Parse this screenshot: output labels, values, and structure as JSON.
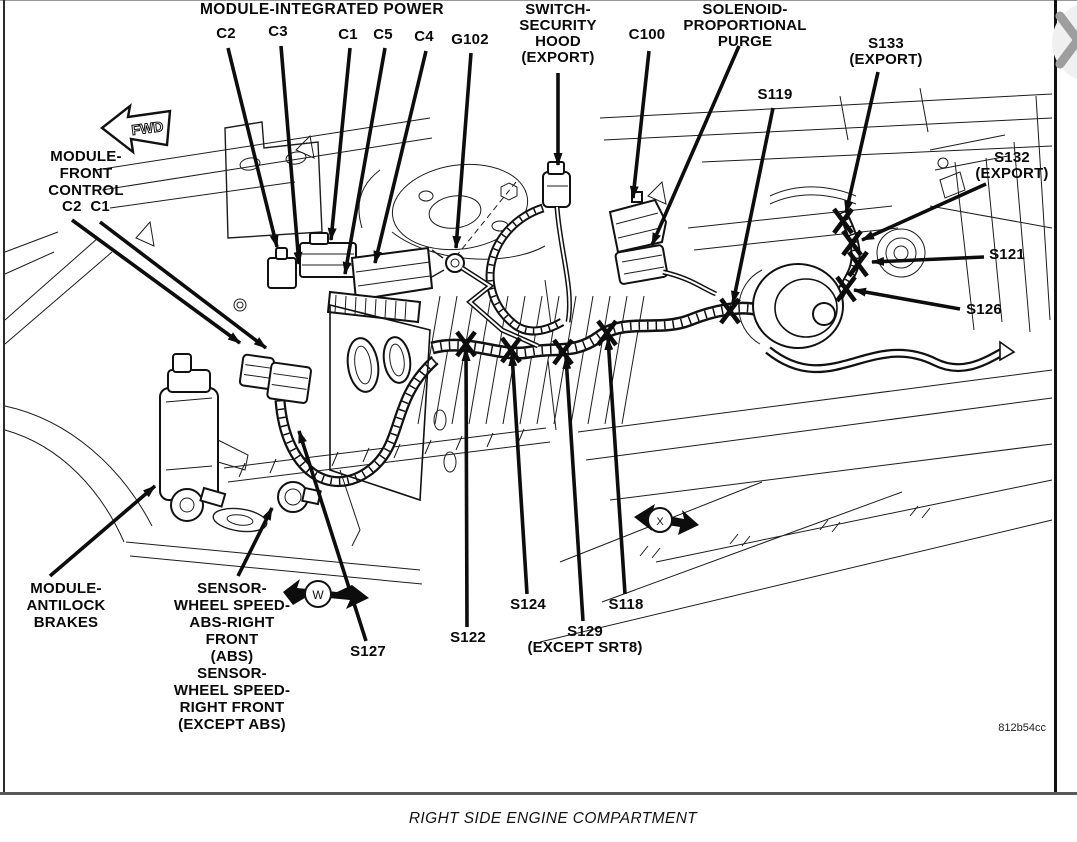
{
  "meta": {
    "drawing_code": "812b54cc",
    "caption": "RIGHT SIDE ENGINE COMPARTMENT"
  },
  "colors": {
    "ink": "#111111",
    "paper": "#ffffff",
    "frame": "#2b2b2b",
    "bottom_rule": "#585858",
    "nav_circle_bg": "#f0f0f0",
    "nav_chevron": "#9e9e9e"
  },
  "icons": {
    "nav_next": "chevron-right-icon",
    "view_w": "view-direction-w",
    "view_x": "view-direction-x",
    "fwd": "forward-direction-arrow"
  },
  "indicators": {
    "fwd": "FWD",
    "view_w": "W",
    "view_x": "X"
  },
  "callouts": {
    "module_integrated_power": "MODULE-INTEGRATED POWER",
    "ipm_c2": "C2",
    "ipm_c3": "C3",
    "ipm_c1": "C1",
    "ipm_c5": "C5",
    "ipm_c4": "C4",
    "g102": "G102",
    "switch_security_hood": "SWITCH-\nSECURITY\nHOOD\n(EXPORT)",
    "c100": "C100",
    "solenoid_purge": "SOLENOID-\nPROPORTIONAL\nPURGE",
    "s119": "S119",
    "s133": "S133\n(EXPORT)",
    "s132": "S132\n(EXPORT)",
    "s121": "S121",
    "s126": "S126",
    "module_front_control": "MODULE-\nFRONT\nCONTROL",
    "mfc_connectors": "C2  C1",
    "module_antilock_brakes": "MODULE-\nANTILOCK\nBRAKES",
    "sensor_wheel_speed": "SENSOR-\nWHEEL SPEED-\nABS-RIGHT\nFRONT\n(ABS)\nSENSOR-\nWHEEL SPEED-\nRIGHT FRONT\n(EXCEPT ABS)",
    "s127": "S127",
    "s122": "S122",
    "s124": "S124",
    "s129": "S129\n(EXCEPT SRT8)",
    "s118": "S118"
  }
}
